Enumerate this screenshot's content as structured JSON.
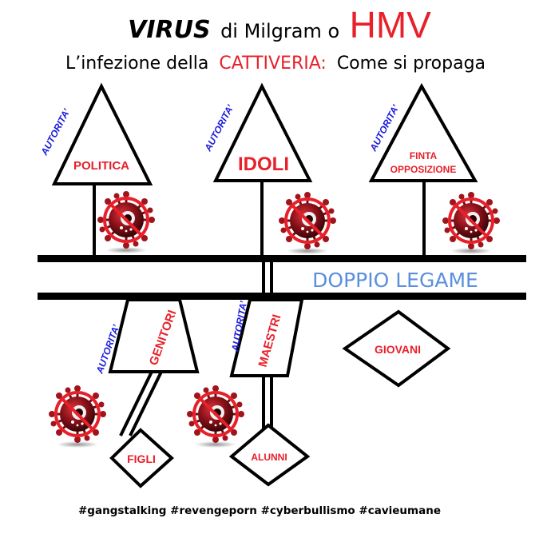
{
  "title": {
    "virus": "VIRUS",
    "middle": "di Milgram o",
    "hmv": "HMV",
    "subtitle_prefix": "L’infezione della",
    "subtitle_highlight": "CATTIVERIA:",
    "subtitle_suffix": "Come si propaga"
  },
  "authority_label": "AUTORITA’",
  "nodes": {
    "politica": "POLITICA",
    "idoli": "IDOLI",
    "finta_line1": "FINTA",
    "finta_line2": "OPPOSIZIONE",
    "genitori": "GENITORI",
    "maestri": "MAESTRI",
    "giovani": "GIOVANI",
    "figli": "FIGLI",
    "alunni": "ALUNNI"
  },
  "doppio_legame": "DOPPIO LEGAME",
  "hashtags": "#gangstalking #revengeporn #cyberbullismo #cavieumane",
  "colors": {
    "red": "#e8202a",
    "blue": "#1a1adc",
    "light_blue": "#5b8fdc",
    "black": "#000000",
    "virus_dark": "#6a0e14"
  },
  "icons": [
    "virus-icon",
    "prohibition-icon"
  ]
}
